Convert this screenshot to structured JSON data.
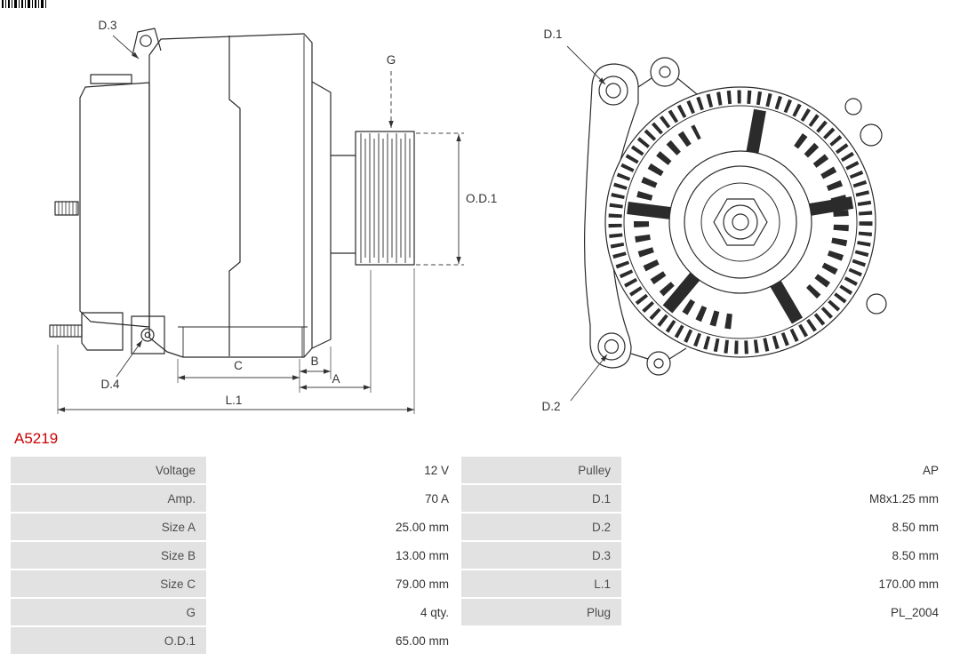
{
  "part": {
    "number": "A5219"
  },
  "colors": {
    "accent_red": "#cc0000",
    "table_label_bg": "#e2e2e2",
    "line": "#2b2b2b"
  },
  "diagram": {
    "side_view": {
      "labels": {
        "d3": "D.3",
        "g": "G",
        "od1": "O.D.1",
        "d4": "D.4",
        "c": "C",
        "b": "B",
        "a": "A",
        "l1": "L.1"
      }
    },
    "front_view": {
      "labels": {
        "d1": "D.1",
        "d2": "D.2"
      }
    }
  },
  "spec_table": {
    "rows": [
      {
        "label_left": "Voltage",
        "value_left": "12 V",
        "label_right": "Pulley",
        "value_right": "AP"
      },
      {
        "label_left": "Amp.",
        "value_left": "70 A",
        "label_right": "D.1",
        "value_right": "M8x1.25 mm"
      },
      {
        "label_left": "Size A",
        "value_left": "25.00 mm",
        "label_right": "D.2",
        "value_right": "8.50 mm"
      },
      {
        "label_left": "Size B",
        "value_left": "13.00 mm",
        "label_right": "D.3",
        "value_right": "8.50 mm"
      },
      {
        "label_left": "Size C",
        "value_left": "79.00 mm",
        "label_right": "L.1",
        "value_right": "170.00 mm"
      },
      {
        "label_left": "G",
        "value_left": "4 qty.",
        "label_right": "Plug",
        "value_right": "PL_2004"
      },
      {
        "label_left": "O.D.1",
        "value_left": "65.00 mm",
        "label_right": "",
        "value_right": ""
      }
    ]
  }
}
